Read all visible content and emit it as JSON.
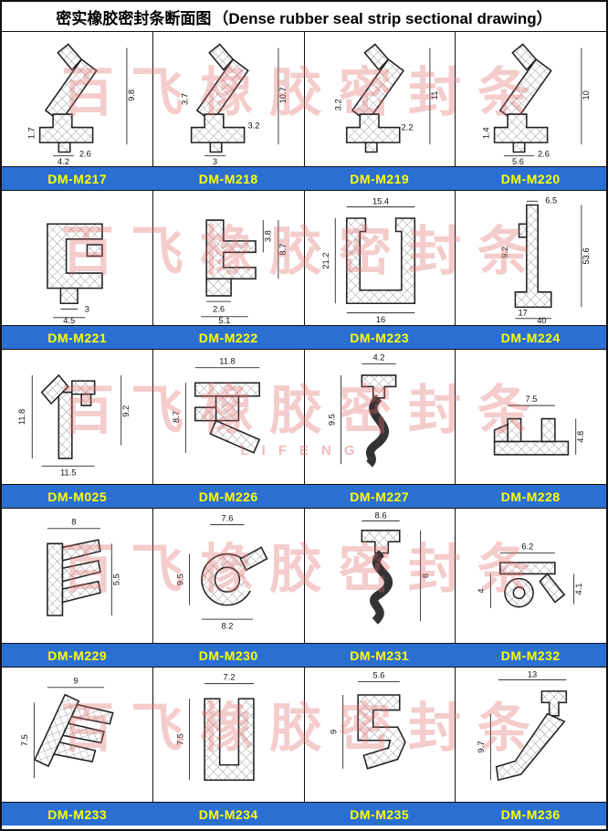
{
  "title": {
    "cn": "密实橡胶密封条断面图",
    "en": "（Dense rubber seal strip sectional drawing）"
  },
  "watermark": {
    "text": "百飞橡胶密封条",
    "brand_latin": "LIFENG",
    "color": "#de6969"
  },
  "colors": {
    "bar": "#2b6fd3",
    "label": "#ffff00",
    "border": "#111111",
    "hatch": "#9a9a9a"
  },
  "rows": [
    {
      "cells": [
        {
          "label": "DM-M217",
          "dims": [
            "9.8",
            "1.7",
            "2.6",
            "4.2"
          ]
        },
        {
          "label": "DM-M218",
          "dims": [
            "10.7",
            "3.7",
            "3.2",
            "3"
          ]
        },
        {
          "label": "DM-M219",
          "dims": [
            "11",
            "3.2",
            "2.2"
          ]
        },
        {
          "label": "DM-M220",
          "dims": [
            "10",
            "1.4",
            "2.6",
            "5.6"
          ]
        }
      ]
    },
    {
      "cells": [
        {
          "label": "DM-M221",
          "dims": [
            "3",
            "4.5"
          ]
        },
        {
          "label": "DM-M222",
          "dims": [
            "3.8",
            "8.7",
            "2.6",
            "5.1"
          ]
        },
        {
          "label": "DM-M223",
          "dims": [
            "15.4",
            "21.2",
            "16"
          ]
        },
        {
          "label": "DM-M224",
          "dims": [
            "6.5",
            "53.6",
            "9.2",
            "17",
            "40"
          ]
        }
      ]
    },
    {
      "cells": [
        {
          "label": "DM-M025",
          "dims": [
            "11.8",
            "9.2",
            "11.5"
          ]
        },
        {
          "label": "DM-M226",
          "dims": [
            "11.8",
            "8.7"
          ]
        },
        {
          "label": "DM-M227",
          "dims": [
            "4.2",
            "9.5"
          ]
        },
        {
          "label": "DM-M228",
          "dims": [
            "7.5",
            "4.8"
          ]
        }
      ]
    },
    {
      "cells": [
        {
          "label": "DM-M229",
          "dims": [
            "8",
            "5.5"
          ]
        },
        {
          "label": "DM-M230",
          "dims": [
            "7.6",
            "9.5",
            "8.2"
          ]
        },
        {
          "label": "DM-M231",
          "dims": [
            "8.6",
            "8"
          ]
        },
        {
          "label": "DM-M232",
          "dims": [
            "6.2",
            "4",
            "4.1"
          ]
        }
      ]
    },
    {
      "cells": [
        {
          "label": "DM-M233",
          "dims": [
            "9",
            "7.5"
          ]
        },
        {
          "label": "DM-M234",
          "dims": [
            "7.2",
            "7.5"
          ]
        },
        {
          "label": "DM-M235",
          "dims": [
            "5.6",
            "9"
          ]
        },
        {
          "label": "DM-M236",
          "dims": [
            "13",
            "9.7"
          ]
        }
      ]
    }
  ]
}
